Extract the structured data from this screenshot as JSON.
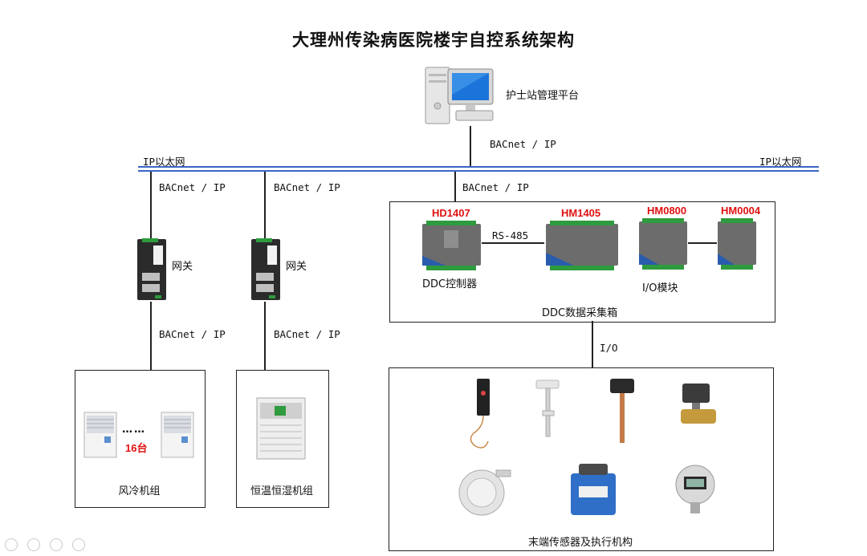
{
  "title": "大理州传染病医院楼宇自控系统架构",
  "workstation": {
    "label": "护士站管理平台",
    "link_label": "BACnet / IP"
  },
  "network": {
    "left_label": "IP以太网",
    "right_label": "IP以太网"
  },
  "gateways": [
    {
      "label": "网关",
      "top_link": "BACnet / IP",
      "bottom_link": "BACnet / IP"
    },
    {
      "label": "网关",
      "top_link": "BACnet / IP",
      "bottom_link": "BACnet / IP"
    }
  ],
  "ddc": {
    "link_label": "BACnet / IP",
    "box_label": "DDC数据采集箱",
    "controller_label": "DDC控制器",
    "bus_label": "RS-485",
    "io_label": "I/O模块",
    "models": [
      "HD1407",
      "HM1405",
      "HM0800",
      "HM0004"
    ]
  },
  "io_link_label": "I/O",
  "chillers": {
    "label": "风冷机组",
    "count": "16台",
    "dots": "……"
  },
  "hvac": {
    "label": "恒温恒湿机组"
  },
  "sensors": {
    "label": "末端传感器及执行机构"
  },
  "colors": {
    "network": "#3a66c4",
    "model_text": "#e01010",
    "device_blue": "#2a5cad"
  }
}
